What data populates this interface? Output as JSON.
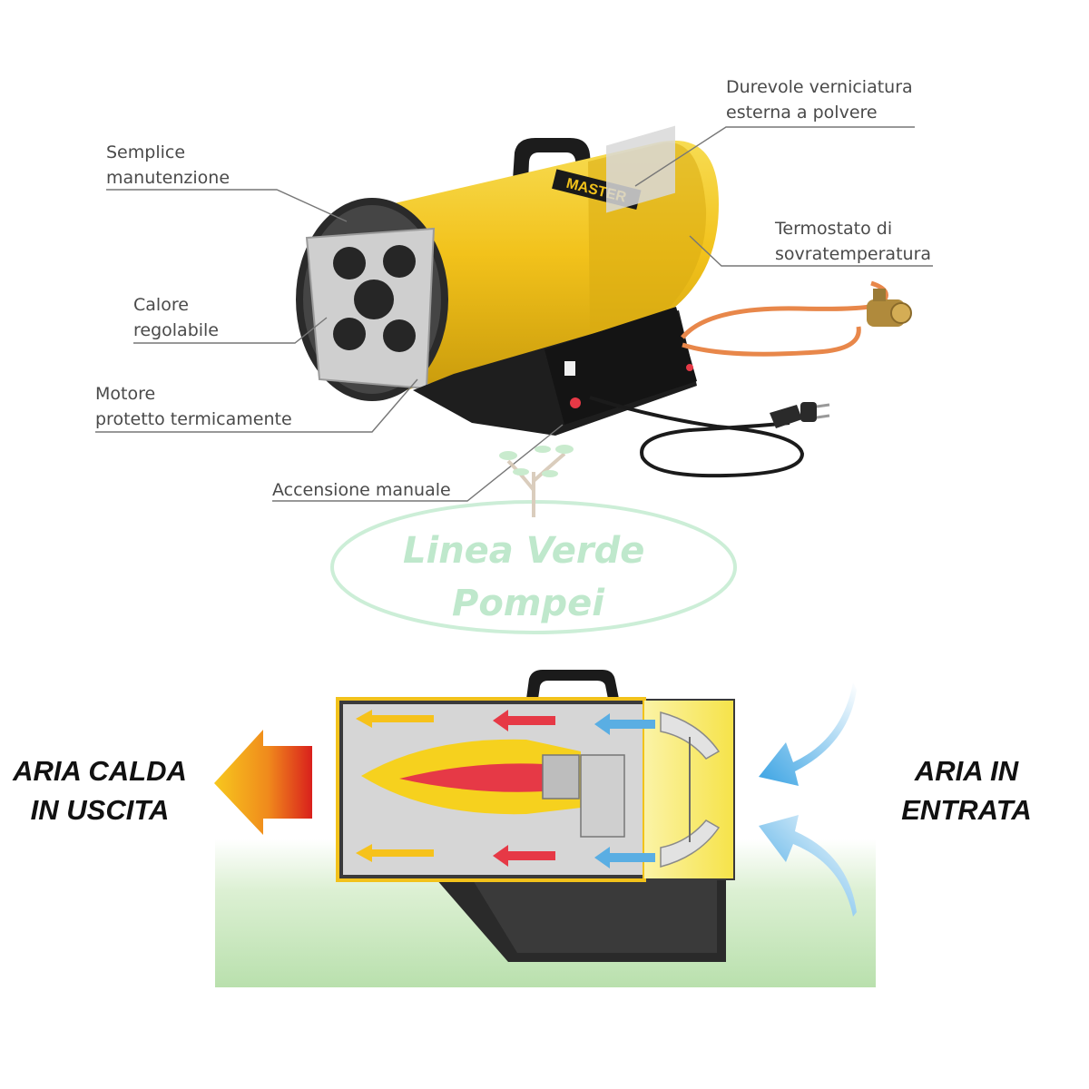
{
  "callouts": {
    "maintenance": [
      "Semplice",
      "manutenzione"
    ],
    "paint": [
      "Durevole verniciatura",
      "esterna a polvere"
    ],
    "thermostat": [
      "Termostato di",
      "sovratemperatura"
    ],
    "heat": [
      "Calore",
      "regolabile"
    ],
    "motor": [
      "Motore",
      "protetto termicamente"
    ],
    "ignition": "Accensione manuale"
  },
  "brand_plate": "MASTER",
  "watermark": {
    "line1": "Linea Verde",
    "line2": "Pompei"
  },
  "airflow": {
    "hot_out": [
      "ARIA CALDA",
      "IN USCITA"
    ],
    "cold_in": [
      "ARIA IN",
      "ENTRATA"
    ]
  },
  "colors": {
    "body_yellow": "#f2c21b",
    "flame_red": "#e63946",
    "cold_blue": "#43a8e6",
    "watermark_green": "#bfe8cc",
    "ground_green": "#c9e8bf"
  }
}
